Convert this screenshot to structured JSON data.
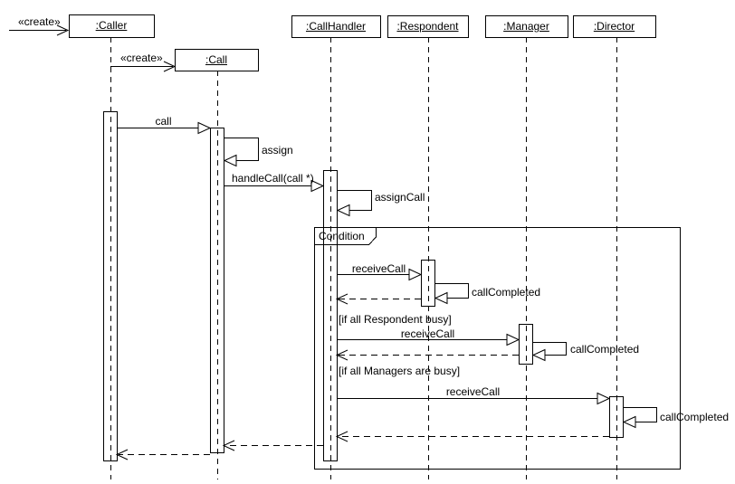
{
  "diagram_type": "uml-sequence-diagram",
  "participants": [
    {
      "label": ":Caller"
    },
    {
      "label": ":Call"
    },
    {
      "label": ":CallHandler"
    },
    {
      "label": ":Respondent"
    },
    {
      "label": ":Manager"
    },
    {
      "label": ":Director"
    }
  ],
  "frame": {
    "label": "Condition"
  },
  "messages": {
    "create_caller": "«create»",
    "create_call": "«create»",
    "call": "call",
    "assign": "assign",
    "handle_call": "handleCall(call *)",
    "assign_call": "assignCall",
    "receive_call_respondent": "receiveCall",
    "call_completed_respondent": "callCompleted",
    "guard_respondents_busy": "[if all Respondent busy]",
    "receive_call_manager": "receiveCall",
    "call_completed_manager": "callCompleted",
    "guard_managers_busy": "[if all Managers are busy]",
    "receive_call_director": "receiveCall",
    "call_completed_director": "callCompleted"
  },
  "colors": {
    "line": "#000000",
    "background": "#ffffff",
    "text": "#000000"
  }
}
